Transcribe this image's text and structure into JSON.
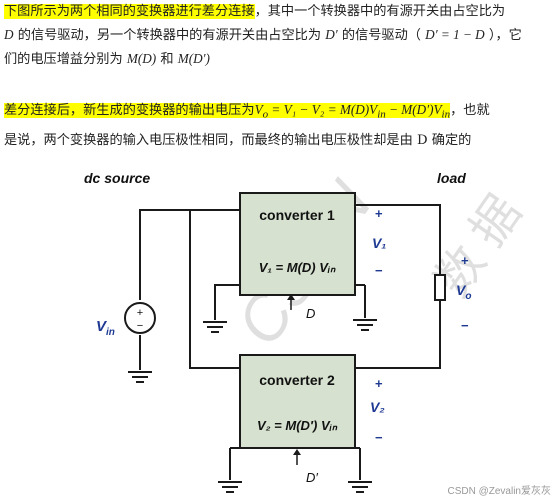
{
  "paragraph1": {
    "line1_highlight": "下图所示为两个相同的变换器进行差分连接",
    "line1_rest": "，其中一个转换器中的有源开关由占空比为",
    "line2_a": "D",
    "line2_b": " 的信号驱动，另一个转换器中的有源开关由占空比为 ",
    "line2_c": "D′",
    "line2_d": " 的信号驱动（ ",
    "line2_e": "D′ = 1 − D",
    "line2_f": " ），它",
    "line3_a": "们的电压增益分别为 ",
    "line3_b": "M(D)",
    "line3_c": " 和 ",
    "line3_d": "M(D′)"
  },
  "paragraph2": {
    "highlight_text": "差分连接后，新生成的变换器的输出电压为",
    "formula": "V",
    "formula_o": "o",
    "formula_rest": " = V₁ − V₂ = M(D)V",
    "formula_in1": "in",
    "formula_mid": " − M(D′)V",
    "formula_in2": "in",
    "after_formula": "，也就",
    "line2": "是说，两个变换器的输入电压极性相同，而最终的输出电压极性却是由 D 确定的"
  },
  "diagram": {
    "dc_source_label": "dc source",
    "load_label": "load",
    "converter1_title": "converter 1",
    "converter1_eq": "V₁ = M(D) Vᵢₙ",
    "converter2_title": "converter 2",
    "converter2_eq": "V₂ = M(D′) Vᵢₙ",
    "v1_label": "V₁",
    "v2_label": "V₂",
    "vo_label": "V",
    "vo_sub": "o",
    "vin_label": "V",
    "vin_sub": "in",
    "d_label": "D",
    "dprime_label": "D′",
    "plus": "+",
    "minus": "−",
    "source_plus": "+",
    "source_minus": "−",
    "watermark": "CSDN @Zevalin爱灰灰",
    "box_fill": "#d6e1cf",
    "wire_color": "#1a1a1a",
    "label_color": "#1f3a93"
  }
}
